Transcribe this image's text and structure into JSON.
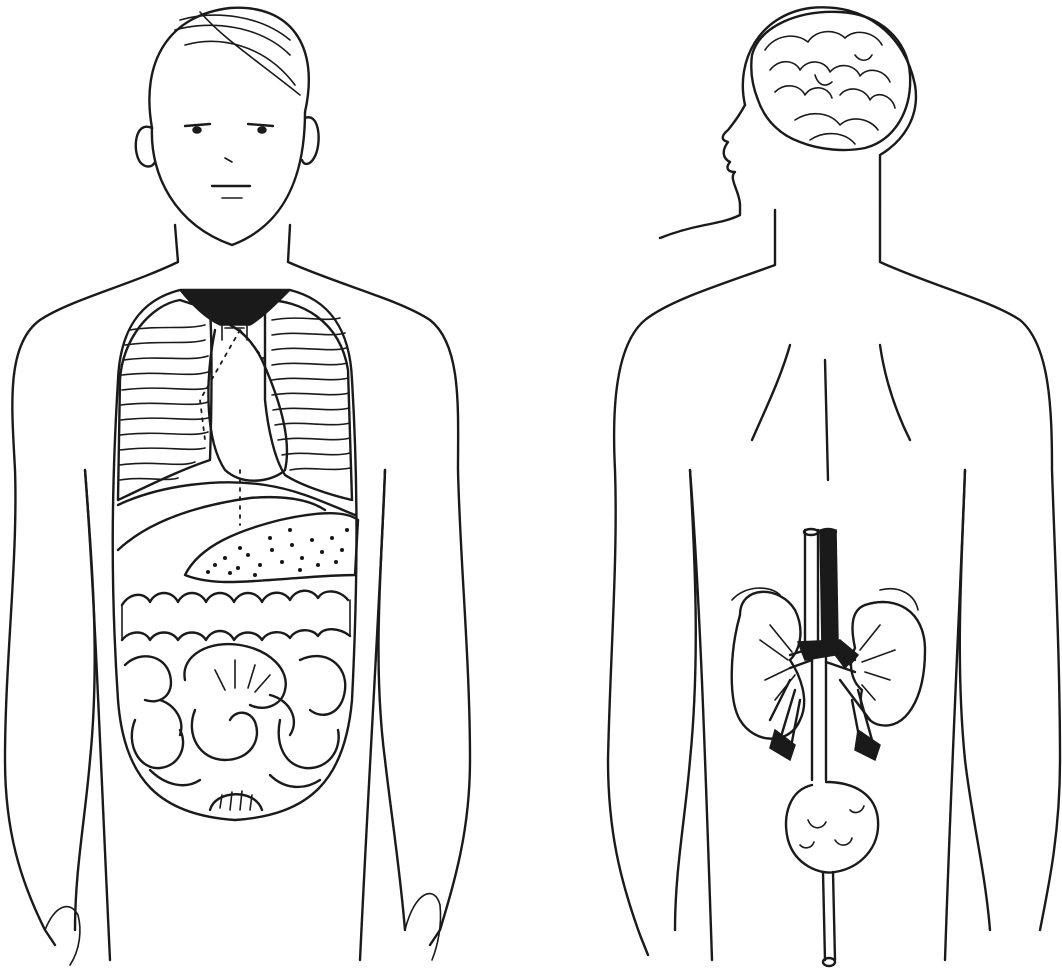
{
  "figures": [
    {
      "view": "front",
      "shows": [
        "lungs",
        "heart",
        "trachea",
        "liver",
        "stomach",
        "large-intestine",
        "small-intestine",
        "bladder"
      ]
    },
    {
      "view": "back",
      "shows": [
        "brain",
        "spine",
        "kidneys",
        "aorta",
        "vena-cava",
        "bladder"
      ]
    }
  ],
  "colors": {
    "ink": "#1a1a1a",
    "paper": "#ffffff"
  }
}
